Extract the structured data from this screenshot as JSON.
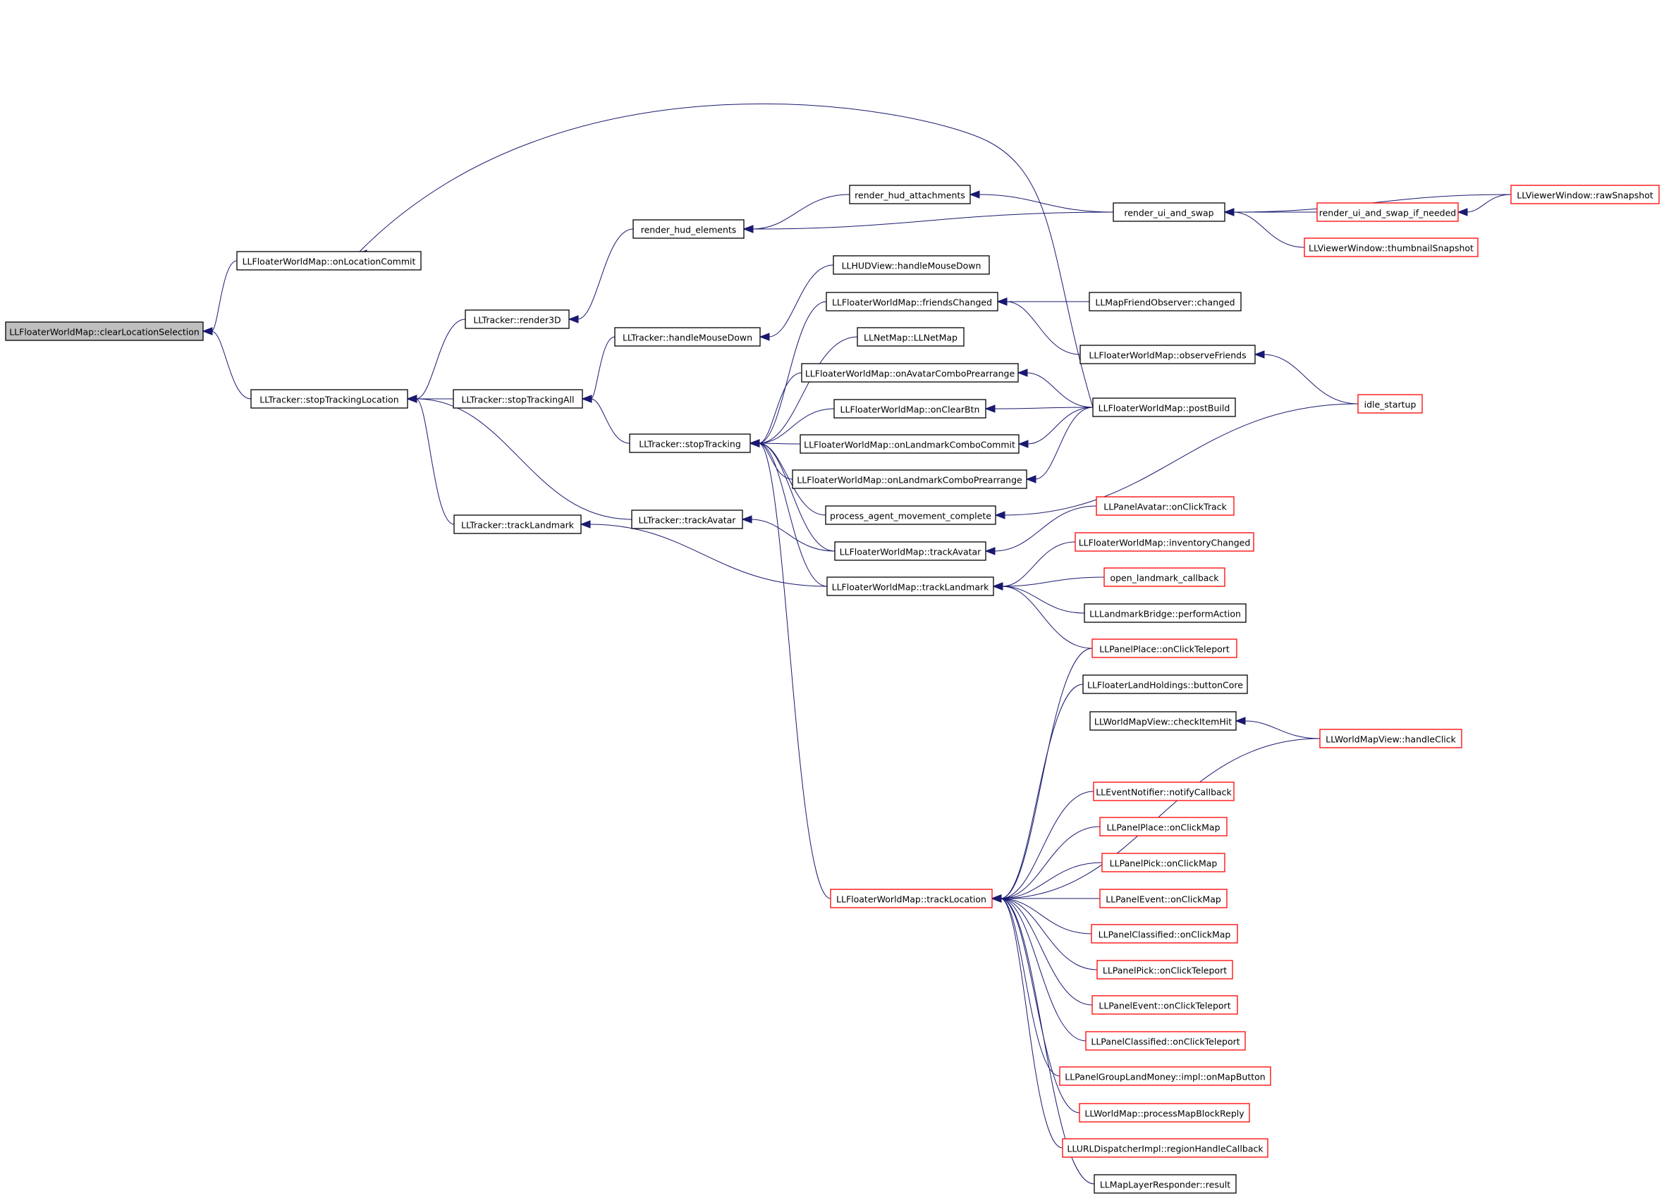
{
  "graph": {
    "edge_color": "#191970",
    "highlight_border_color": "#ff0000",
    "root_fill": "#bfbfbf",
    "nodes": [
      {
        "id": "n0",
        "label": "LLFloaterWorldMap::clearLocationSelection",
        "style": "root"
      },
      {
        "id": "n1",
        "label": "LLFloaterWorldMap::onLocationCommit",
        "style": "normal"
      },
      {
        "id": "n2",
        "label": "LLTracker::stopTrackingLocation",
        "style": "normal"
      },
      {
        "id": "n3",
        "label": "LLTracker::render3D",
        "style": "normal"
      },
      {
        "id": "n4",
        "label": "LLTracker::stopTrackingAll",
        "style": "normal"
      },
      {
        "id": "n5",
        "label": "LLTracker::trackLandmark",
        "style": "normal"
      },
      {
        "id": "n6",
        "label": "render_hud_elements",
        "style": "normal"
      },
      {
        "id": "n7",
        "label": "LLTracker::handleMouseDown",
        "style": "normal"
      },
      {
        "id": "n8",
        "label": "LLTracker::stopTracking",
        "style": "normal"
      },
      {
        "id": "n9",
        "label": "LLTracker::trackAvatar",
        "style": "normal"
      },
      {
        "id": "n10",
        "label": "render_hud_attachments",
        "style": "normal"
      },
      {
        "id": "n11",
        "label": "LLHUDView::handleMouseDown",
        "style": "normal"
      },
      {
        "id": "n12",
        "label": "LLFloaterWorldMap::friendsChanged",
        "style": "normal"
      },
      {
        "id": "n13",
        "label": "LLNetMap::LLNetMap",
        "style": "normal"
      },
      {
        "id": "n14",
        "label": "LLFloaterWorldMap::onAvatarComboPrearrange",
        "style": "normal"
      },
      {
        "id": "n15",
        "label": "LLFloaterWorldMap::onClearBtn",
        "style": "normal"
      },
      {
        "id": "n16",
        "label": "LLFloaterWorldMap::onLandmarkComboCommit",
        "style": "normal"
      },
      {
        "id": "n17",
        "label": "LLFloaterWorldMap::onLandmarkComboPrearrange",
        "style": "normal"
      },
      {
        "id": "n18",
        "label": "process_agent_movement_complete",
        "style": "normal"
      },
      {
        "id": "n19",
        "label": "LLFloaterWorldMap::trackAvatar",
        "style": "normal"
      },
      {
        "id": "n20",
        "label": "LLFloaterWorldMap::trackLandmark",
        "style": "normal"
      },
      {
        "id": "n21",
        "label": "LLFloaterWorldMap::trackLocation",
        "style": "red"
      },
      {
        "id": "n22",
        "label": "render_ui_and_swap",
        "style": "normal"
      },
      {
        "id": "n23",
        "label": "LLMapFriendObserver::changed",
        "style": "normal"
      },
      {
        "id": "n24",
        "label": "LLFloaterWorldMap::observeFriends",
        "style": "normal"
      },
      {
        "id": "n25",
        "label": "LLFloaterWorldMap::postBuild",
        "style": "normal"
      },
      {
        "id": "n26",
        "label": "LLPanelAvatar::onClickTrack",
        "style": "red"
      },
      {
        "id": "n27",
        "label": "LLFloaterWorldMap::inventoryChanged",
        "style": "red"
      },
      {
        "id": "n28",
        "label": "open_landmark_callback",
        "style": "red"
      },
      {
        "id": "n29",
        "label": "LLLandmarkBridge::performAction",
        "style": "normal"
      },
      {
        "id": "n30",
        "label": "LLPanelPlace::onClickTeleport",
        "style": "red"
      },
      {
        "id": "n31",
        "label": "LLFloaterLandHoldings::buttonCore",
        "style": "normal"
      },
      {
        "id": "n32",
        "label": "LLWorldMapView::checkItemHit",
        "style": "normal"
      },
      {
        "id": "n33",
        "label": "LLEventNotifier::notifyCallback",
        "style": "red"
      },
      {
        "id": "n34",
        "label": "LLPanelPlace::onClickMap",
        "style": "red"
      },
      {
        "id": "n35",
        "label": "LLPanelPick::onClickMap",
        "style": "red"
      },
      {
        "id": "n36",
        "label": "LLPanelEvent::onClickMap",
        "style": "red"
      },
      {
        "id": "n37",
        "label": "LLPanelClassified::onClickMap",
        "style": "red"
      },
      {
        "id": "n38",
        "label": "LLPanelPick::onClickTeleport",
        "style": "red"
      },
      {
        "id": "n39",
        "label": "LLPanelEvent::onClickTeleport",
        "style": "red"
      },
      {
        "id": "n40",
        "label": "LLPanelClassified::onClickTeleport",
        "style": "red"
      },
      {
        "id": "n41",
        "label": "LLPanelGroupLandMoney::impl::onMapButton",
        "style": "red"
      },
      {
        "id": "n42",
        "label": "LLWorldMap::processMapBlockReply",
        "style": "red"
      },
      {
        "id": "n43",
        "label": "LLURLDispatcherImpl::regionHandleCallback",
        "style": "red"
      },
      {
        "id": "n44",
        "label": "LLMapLayerResponder::result",
        "style": "normal"
      },
      {
        "id": "n45",
        "label": "render_ui_and_swap_if_needed",
        "style": "red"
      },
      {
        "id": "n46",
        "label": "LLViewerWindow::thumbnailSnapshot",
        "style": "red"
      },
      {
        "id": "n47",
        "label": "idle_startup",
        "style": "red"
      },
      {
        "id": "n48",
        "label": "LLWorldMapView::handleClick",
        "style": "red"
      },
      {
        "id": "n49",
        "label": "LLViewerWindow::rawSnapshot",
        "style": "red"
      }
    ],
    "edges": [
      [
        "n0",
        "n1"
      ],
      [
        "n0",
        "n2"
      ],
      [
        "n1",
        "n25"
      ],
      [
        "n2",
        "n3"
      ],
      [
        "n2",
        "n4"
      ],
      [
        "n2",
        "n5"
      ],
      [
        "n2",
        "n9"
      ],
      [
        "n3",
        "n6"
      ],
      [
        "n4",
        "n7"
      ],
      [
        "n4",
        "n8"
      ],
      [
        "n5",
        "n20"
      ],
      [
        "n6",
        "n10"
      ],
      [
        "n6",
        "n22"
      ],
      [
        "n7",
        "n11"
      ],
      [
        "n8",
        "n12"
      ],
      [
        "n8",
        "n13"
      ],
      [
        "n8",
        "n14"
      ],
      [
        "n8",
        "n15"
      ],
      [
        "n8",
        "n16"
      ],
      [
        "n8",
        "n17"
      ],
      [
        "n8",
        "n18"
      ],
      [
        "n8",
        "n19"
      ],
      [
        "n8",
        "n20"
      ],
      [
        "n8",
        "n21"
      ],
      [
        "n9",
        "n19"
      ],
      [
        "n10",
        "n22"
      ],
      [
        "n12",
        "n23"
      ],
      [
        "n12",
        "n24"
      ],
      [
        "n14",
        "n25"
      ],
      [
        "n15",
        "n25"
      ],
      [
        "n16",
        "n25"
      ],
      [
        "n17",
        "n25"
      ],
      [
        "n18",
        "n47"
      ],
      [
        "n19",
        "n26"
      ],
      [
        "n20",
        "n27"
      ],
      [
        "n20",
        "n28"
      ],
      [
        "n20",
        "n29"
      ],
      [
        "n20",
        "n30"
      ],
      [
        "n21",
        "n30"
      ],
      [
        "n21",
        "n31"
      ],
      [
        "n21",
        "n48"
      ],
      [
        "n21",
        "n33"
      ],
      [
        "n21",
        "n34"
      ],
      [
        "n21",
        "n35"
      ],
      [
        "n21",
        "n36"
      ],
      [
        "n21",
        "n37"
      ],
      [
        "n21",
        "n38"
      ],
      [
        "n21",
        "n39"
      ],
      [
        "n21",
        "n40"
      ],
      [
        "n21",
        "n41"
      ],
      [
        "n21",
        "n42"
      ],
      [
        "n21",
        "n43"
      ],
      [
        "n21",
        "n44"
      ],
      [
        "n22",
        "n45"
      ],
      [
        "n22",
        "n46"
      ],
      [
        "n22",
        "n49"
      ],
      [
        "n24",
        "n47"
      ],
      [
        "n32",
        "n48"
      ],
      [
        "n45",
        "n49"
      ]
    ]
  }
}
